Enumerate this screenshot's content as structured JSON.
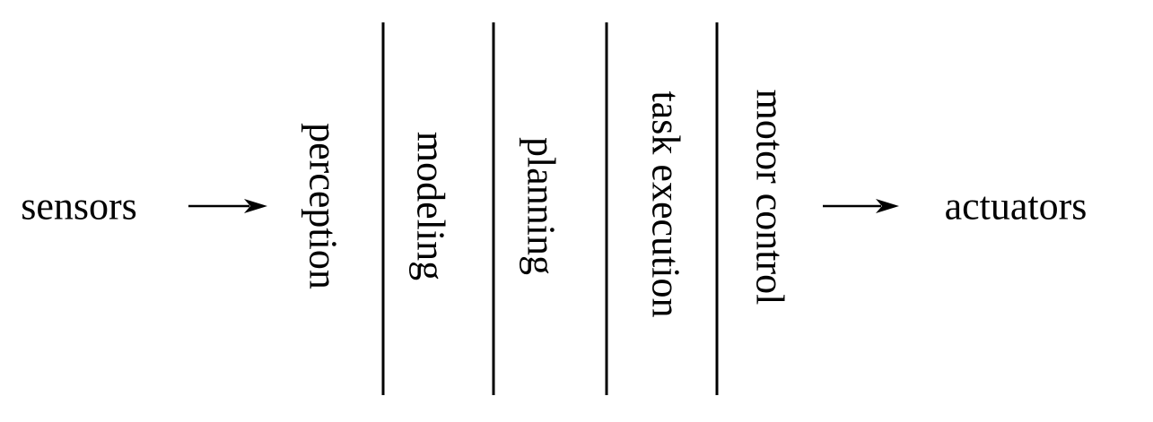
{
  "input": "sensors",
  "output": "actuators",
  "stages": [
    "perception",
    "modeling",
    "planning",
    "task execution",
    "motor control"
  ]
}
